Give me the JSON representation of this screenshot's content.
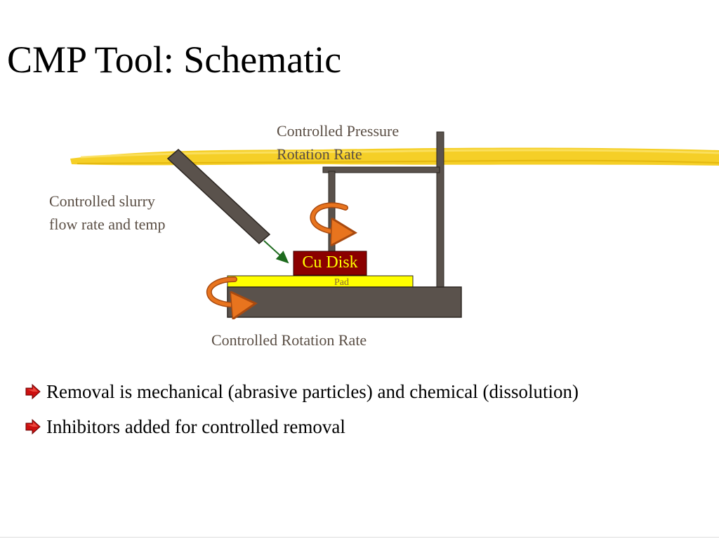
{
  "slide": {
    "title": "CMP Tool: Schematic"
  },
  "diagram": {
    "labels": {
      "pressure_line1": "Controlled Pressure",
      "pressure_line2": "Rotation Rate",
      "slurry_line1": "Controlled slurry",
      "slurry_line2": "flow rate and temp",
      "disk": "Cu Disk",
      "pad": "Pad",
      "platen_rotation": "Controlled Rotation Rate"
    },
    "colors": {
      "highlight": "#f2c700",
      "frame": "#5a524c",
      "disk": "#8b0000",
      "disk_text": "#ffff00",
      "pad": "#ffff00",
      "rotation_arrow": "#e8741e",
      "slurry_flow": "#1e6b1e",
      "label_text": "#5a4e44"
    }
  },
  "bullets": [
    {
      "icon": "red-arrow-bullet-icon",
      "text": "Removal is mechanical (abrasive particles) and chemical (dissolution)"
    },
    {
      "icon": "red-arrow-bullet-icon",
      "text": "Inhibitors added for controlled removal"
    }
  ]
}
